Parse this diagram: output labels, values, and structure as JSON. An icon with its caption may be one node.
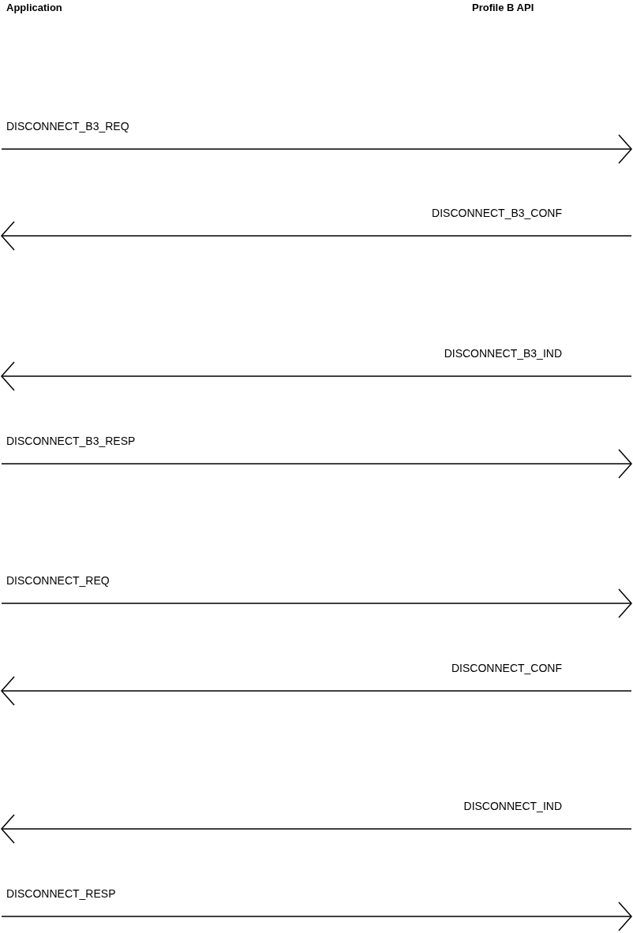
{
  "diagram": {
    "nodes": [
      {
        "text": [
          "Application"
        ]
      },
      {
        "text": [
          "Profile B API"
        ]
      }
    ],
    "edges": [
      {
        "from": 0,
        "to": 1,
        "arrow": "to",
        "label": "DISCONNECT_B3_REQ"
      },
      {
        "from": 1,
        "to": 0,
        "arrow": "to",
        "label": "DISCONNECT_B3_CONF"
      },
      {
        "from": 1,
        "to": 0,
        "arrow": "to",
        "label": "DISCONNECT_B3_IND"
      },
      {
        "from": 0,
        "to": 1,
        "arrow": "to",
        "label": "DISCONNECT_B3_RESP"
      },
      {
        "from": 0,
        "to": 1,
        "arrow": "to",
        "label": "DISCONNECT_REQ"
      },
      {
        "from": 1,
        "to": 0,
        "arrow": "to",
        "label": "DISCONNECT_CONF"
      },
      {
        "from": 1,
        "to": 0,
        "arrow": "to",
        "label": "DISCONNECT_IND"
      },
      {
        "from": 0,
        "to": 1,
        "arrow": "to",
        "label": "DISCONNECT_RESP"
      }
    ]
  }
}
